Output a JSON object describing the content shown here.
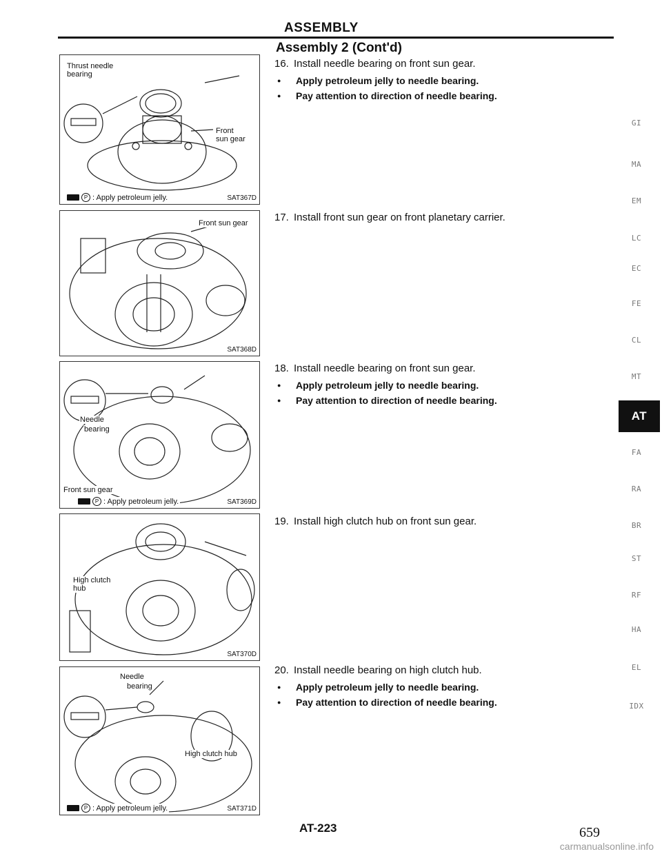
{
  "header": {
    "section": "ASSEMBLY",
    "subsection": "Assembly 2 (Cont'd)"
  },
  "figures": [
    {
      "code": "SAT367D",
      "labels": [
        "Thrust needle",
        "bearing",
        "Front",
        "sun gear"
      ],
      "legend": ": Apply petroleum jelly."
    },
    {
      "code": "SAT368D",
      "labels": [
        "Front sun gear"
      ]
    },
    {
      "code": "SAT369D",
      "labels": [
        "Needle",
        "bearing",
        "Front sun gear"
      ],
      "legend": ": Apply petroleum jelly."
    },
    {
      "code": "SAT370D",
      "labels": [
        "High clutch",
        "hub"
      ]
    },
    {
      "code": "SAT371D",
      "labels": [
        "Needle",
        "bearing",
        "High clutch hub"
      ],
      "legend": ": Apply petroleum jelly."
    }
  ],
  "steps": [
    {
      "num": "16.",
      "text": "Install needle bearing on front sun gear.",
      "bullets": [
        "Apply petroleum jelly to needle bearing.",
        "Pay attention to direction of needle bearing."
      ]
    },
    {
      "num": "17.",
      "text": "Install front sun gear on front planetary carrier.",
      "bullets": []
    },
    {
      "num": "18.",
      "text": "Install needle bearing on front sun gear.",
      "bullets": [
        "Apply petroleum jelly to needle bearing.",
        "Pay attention to direction of needle bearing."
      ]
    },
    {
      "num": "19.",
      "text": "Install high clutch hub on front sun gear.",
      "bullets": []
    },
    {
      "num": "20.",
      "text": "Install needle bearing on high clutch hub.",
      "bullets": [
        "Apply petroleum jelly to needle bearing.",
        "Pay attention to direction of needle bearing."
      ]
    }
  ],
  "bullet_glyph": "●",
  "jelly_glyph": "P",
  "side_tabs": [
    "GI",
    "MA",
    "EM",
    "LC",
    "EC",
    "FE",
    "CL",
    "MT",
    "AT",
    "FA",
    "RA",
    "BR",
    "ST",
    "RF",
    "HA",
    "EL",
    "IDX"
  ],
  "active_tab": "AT",
  "footer": {
    "page_code": "AT-223",
    "scan_page": "659",
    "watermark": "carmanualsonline.info"
  }
}
